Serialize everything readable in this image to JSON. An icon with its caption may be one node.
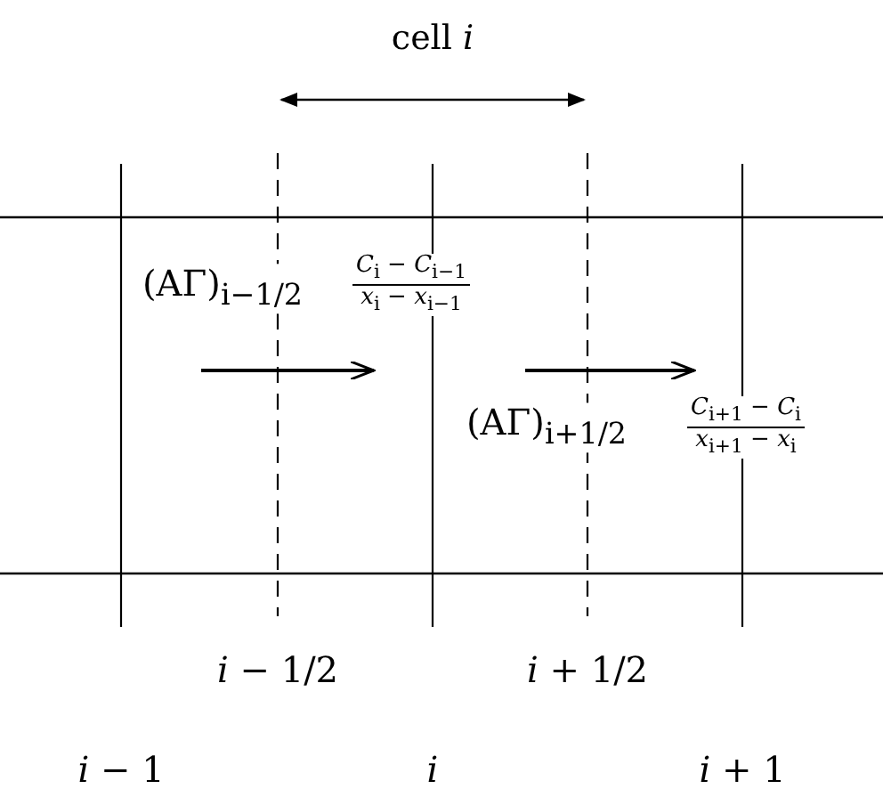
{
  "diagram": {
    "labels": [
      "cell *i*",
      "(AΓ)$_{i−1/2}$",
      "*C*$_{i}$ − *C*$_{i−1}$",
      "*x*$_{i}$ − *x*$_{i−1}$",
      "(AΓ)$_{i+1/2}$",
      "*C*$_{i+1}$ − *C*$_{i}$",
      "*x*$_{i+1}$ − *x*$_{i}$",
      "*i* − 1/2",
      "*i* + 1/2",
      "*i* − 1",
      "*i*",
      "*i* + 1"
    ]
  }
}
